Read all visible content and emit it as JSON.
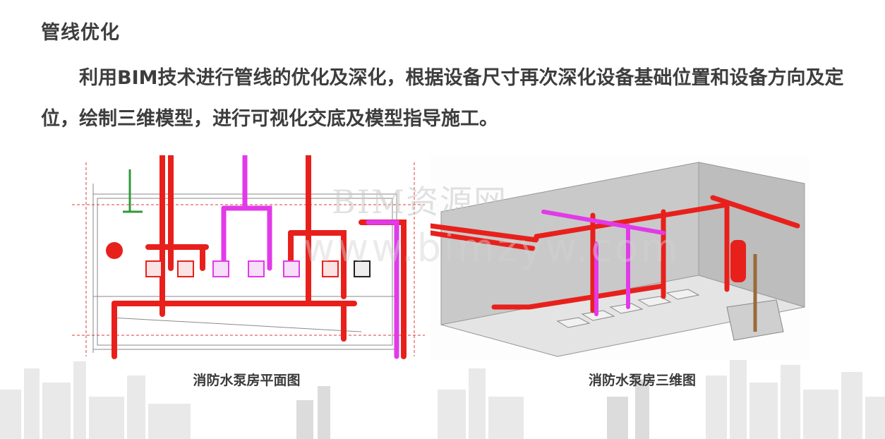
{
  "heading": "管线优化",
  "paragraph": "利用BIM技术进行管线的优化及深化，根据设备尺寸再次深化设备基础位置和设备方向及定位，绘制三维模型，进行可视化交底及模型指导施工。",
  "figures": {
    "plan_caption": "消防水泵房平面图",
    "model_caption": "消防水泵房三维图"
  },
  "watermark": {
    "line1": "BIM资源网",
    "line2": "www.bimzyw.com"
  },
  "colors": {
    "pipe_red": "#e8201c",
    "pipe_magenta": "#e23ae8",
    "text": "#3d3d3d"
  }
}
